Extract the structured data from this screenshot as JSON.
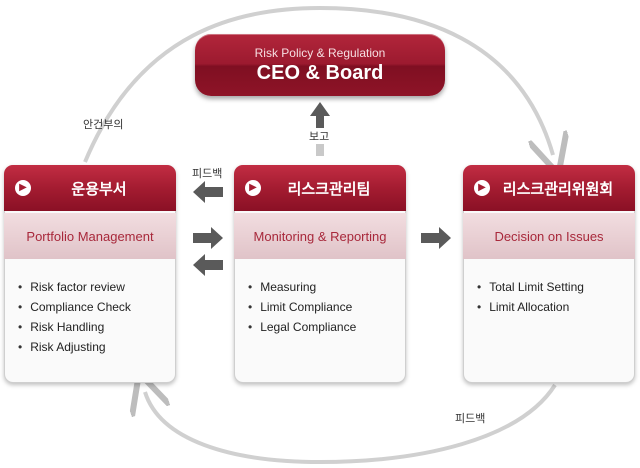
{
  "ceo": {
    "subtitle": "Risk Policy & Regulation",
    "title": "CEO & Board"
  },
  "labels": {
    "report": "보고",
    "feedback_top": "피드백",
    "safety": "안건부의",
    "feedback_bottom": "피드백"
  },
  "columns": [
    {
      "title": "운용부서",
      "subtitle": "Portfolio Management",
      "items": [
        "Risk factor review",
        "Compliance Check",
        "Risk Handling",
        "Risk Adjusting"
      ]
    },
    {
      "title": "리스크관리팀",
      "subtitle": "Monitoring & Reporting",
      "items": [
        "Measuring",
        "Limit Compliance",
        "Legal Compliance"
      ]
    },
    {
      "title": "리스크관리위원회",
      "subtitle": "Decision on Issues",
      "items": [
        "Total Limit Setting",
        "Limit Allocation"
      ]
    }
  ],
  "colors": {
    "accent": "#a41c31",
    "arrow": "#5a5a5a"
  }
}
